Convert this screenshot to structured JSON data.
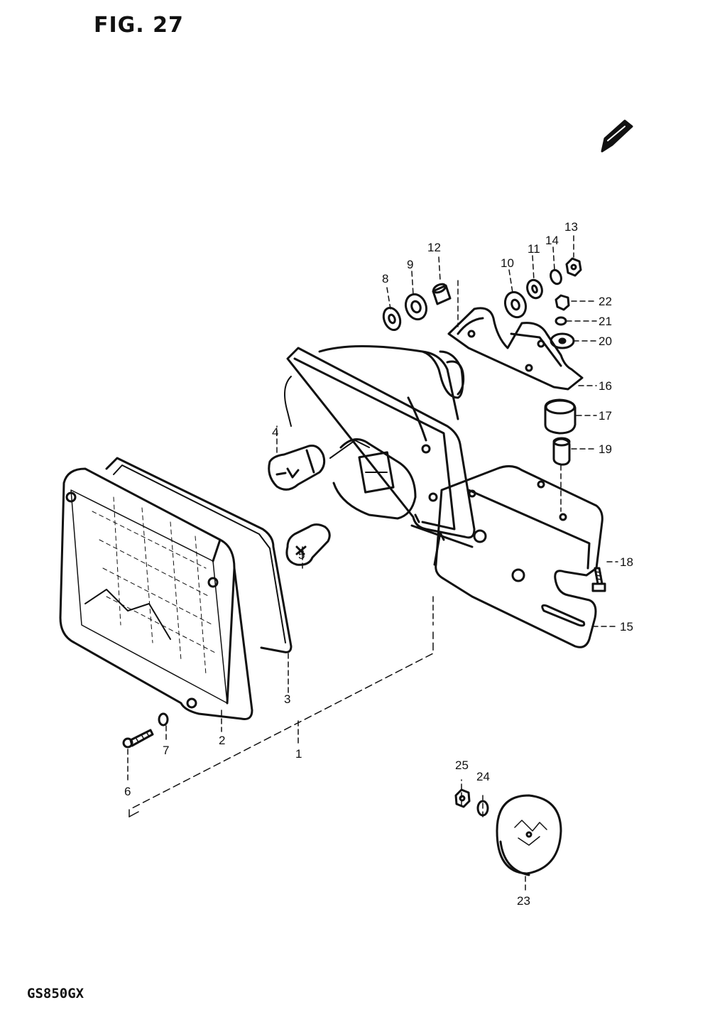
{
  "figure": {
    "title": "FIG. 27"
  },
  "model": "GS850GX",
  "callouts": [
    "1",
    "2",
    "3",
    "4",
    "5",
    "6",
    "7",
    "8",
    "9",
    "10",
    "11",
    "12",
    "13",
    "14",
    "15",
    "16",
    "17",
    "18",
    "19",
    "20",
    "21",
    "22",
    "23",
    "24",
    "25"
  ],
  "icons": {
    "front_arrow": "front-direction-icon"
  }
}
